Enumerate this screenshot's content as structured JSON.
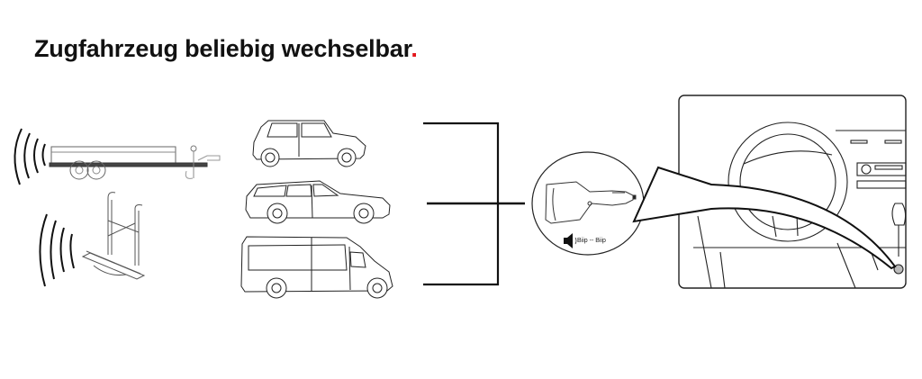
{
  "title": {
    "text": "Zugfahrzeug beliebig wechselbar",
    "accent_dot": ".",
    "accent_color": "#e3161b"
  },
  "left_devices": [
    {
      "name": "trailer",
      "signal": "radio-waves-icon"
    },
    {
      "name": "bike-carrier",
      "signal": "radio-waves-icon"
    }
  ],
  "vehicles": [
    {
      "name": "compact-car"
    },
    {
      "name": "station-wagon"
    },
    {
      "name": "van"
    }
  ],
  "receiver": {
    "device": "12V socket plug receiver",
    "sound_icon": "speaker-icon",
    "beep_text": "Biip -- Biip"
  },
  "interior": {
    "description": "car dashboard with steering wheel and socket"
  }
}
